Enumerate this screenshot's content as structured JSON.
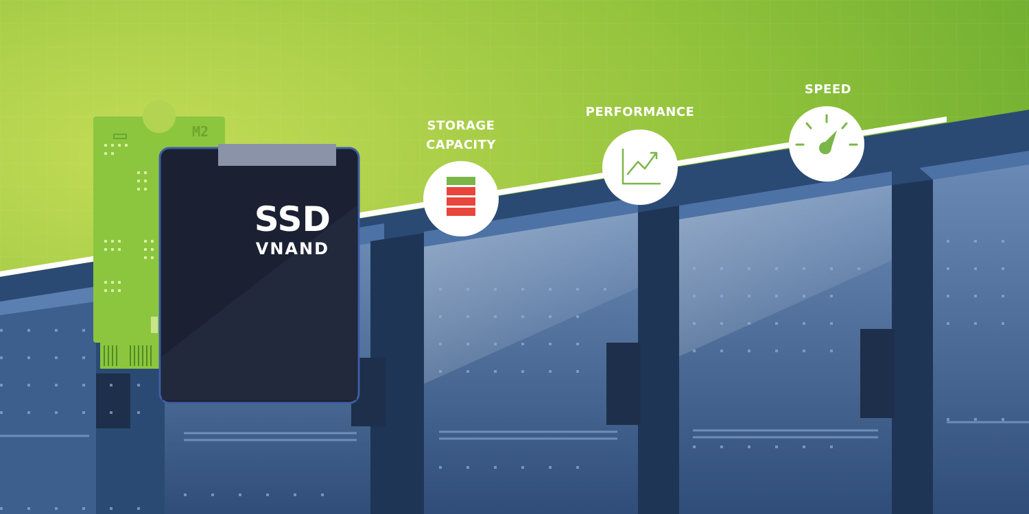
{
  "features": {
    "storage_capacity": {
      "label": "STORAGE\nCAPACITY",
      "icon": "storage-stack-icon"
    },
    "performance": {
      "label": "PERFORMANCE",
      "icon": "line-chart-icon"
    },
    "speed": {
      "label": "SPEED",
      "icon": "speedometer-icon"
    }
  },
  "ssd": {
    "title": "SSD",
    "subtitle": "VNAND"
  },
  "m2": {
    "label": "M2"
  },
  "colors": {
    "green_light": "#b6d64e",
    "green_dark": "#6aab2e",
    "server_blue": "#3d5f8e",
    "server_dark": "#1d2f4a",
    "ssd_body": "#1b2133",
    "stack_green": "#7ab648",
    "stack_red": "#e8453c"
  }
}
